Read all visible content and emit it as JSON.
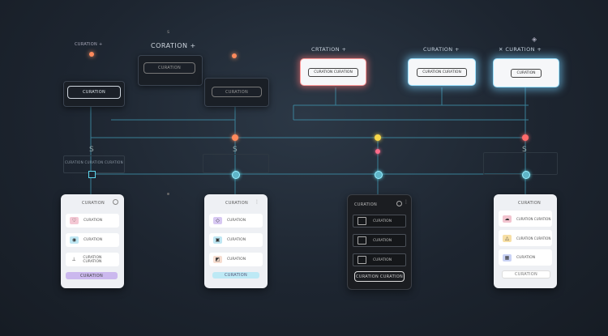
{
  "top": {
    "left_cluster": {
      "small_label": "CURATION +",
      "title": "CORATION",
      "title_suffix": "+",
      "dark_button_label": "CURATION",
      "card_label": "CURATION",
      "top_marker": "s"
    },
    "right_cluster": [
      {
        "title": "CRTATION",
        "suffix": "+",
        "inner": "CURATION CURATION"
      },
      {
        "title": "CURATION",
        "suffix": "+",
        "inner": "CURATION CURATION"
      },
      {
        "title": "CURATION",
        "suffix": "+",
        "inner": "CURATION"
      }
    ]
  },
  "nodes": {
    "left_label": "CURATION CURATION CURATION",
    "left_glyph": "S",
    "mid_glyph": "S",
    "right_glyph": "S"
  },
  "phones": [
    {
      "title": "CURATION",
      "rows": [
        {
          "icon": "heart-icon",
          "text": "CURATION",
          "color": "#f4c8d4"
        },
        {
          "icon": "eye-icon",
          "text": "CURATION",
          "color": "#bfe7f3"
        },
        {
          "icon": "pin-icon",
          "text": "CURATION CURATION",
          "color": "#ffffff"
        }
      ],
      "button": "CURATION"
    },
    {
      "title": "CURATION",
      "rows": [
        {
          "icon": "shield-icon",
          "text": "CURATION",
          "color": "#d7c8f2"
        },
        {
          "icon": "image-icon",
          "text": "CURATION",
          "color": "#bfe7f3"
        },
        {
          "icon": "tag-icon",
          "text": "CURATION",
          "color": "#f6ddd0"
        }
      ],
      "button": "CURATION"
    },
    {
      "title": "CURATION",
      "rows": [
        {
          "text": "CURATION"
        },
        {
          "text": "CURATION"
        },
        {
          "text": "CURATION"
        }
      ],
      "button": "CURATION CURATION"
    },
    {
      "title": "CURATION",
      "rows": [
        {
          "icon": "cloud-icon",
          "text": "CURATION CURATION",
          "color": "#f2c4cf"
        },
        {
          "icon": "warning-icon",
          "text": "CURATION CURATION",
          "color": "#f7dfa5"
        },
        {
          "icon": "lock-icon",
          "text": "CURATION",
          "color": "#c9d2f5"
        }
      ],
      "button": "CURATION"
    }
  ],
  "colors": {
    "line": "#3e8fa8",
    "dot_red": "#ff6b6b",
    "dot_yellow": "#f6d64a",
    "dot_orange": "#ff8a5c",
    "hub": "#5fd8ef"
  }
}
